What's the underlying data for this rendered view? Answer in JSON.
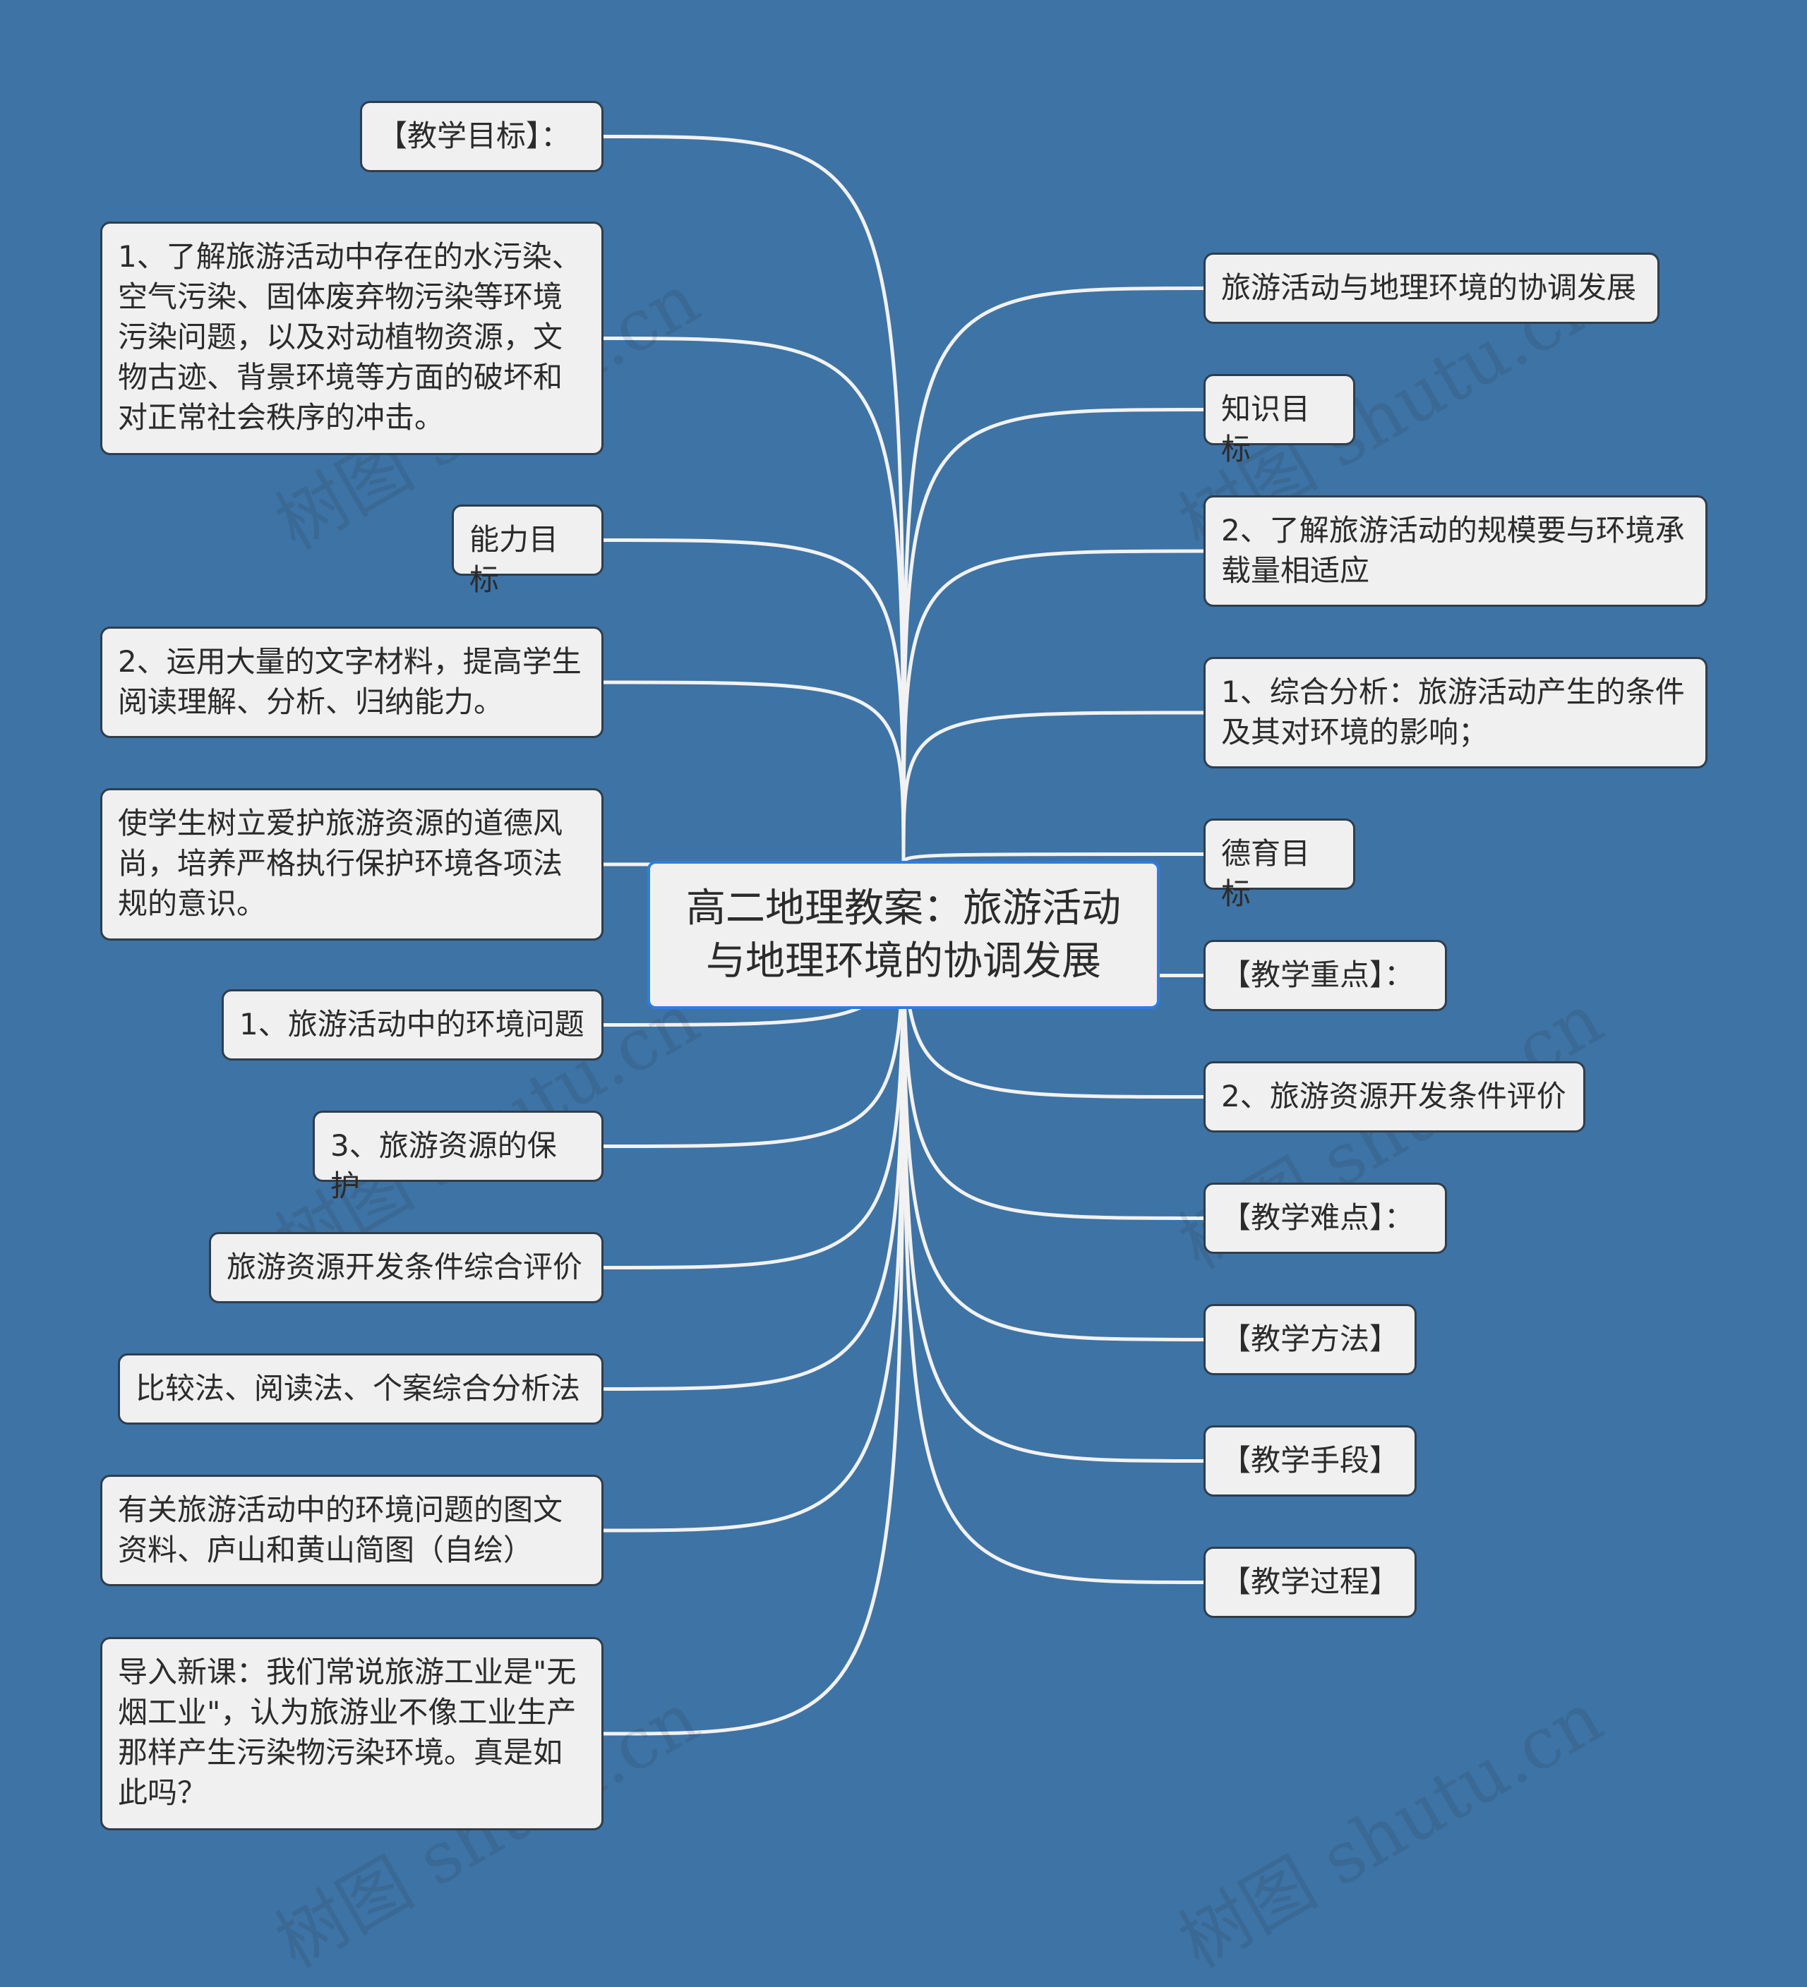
{
  "root": {
    "text": "高二地理教案：旅游活动与地理环境的协调发展"
  },
  "left_nodes": [
    {
      "id": "teaching-goal-heading",
      "text": "【教学目标】："
    },
    {
      "id": "goal-1-pollution",
      "text": "1、了解旅游活动中存在的水污染、空气污染、固体废弃物污染等环境污染问题，以及对动植物资源，文物古迹、背景环境等方面的破坏和对正常社会秩序的冲击。"
    },
    {
      "id": "ability-goal",
      "text": "能力目标"
    },
    {
      "id": "ability-2-reading",
      "text": "2、运用大量的文字材料，提高学生阅读理解、分析、归纳能力。"
    },
    {
      "id": "moral-protection",
      "text": "使学生树立爱护旅游资源的道德风尚，培养严格执行保护环境各项法规的意识。"
    },
    {
      "id": "env-problems",
      "text": "1、旅游活动中的环境问题"
    },
    {
      "id": "resource-protection",
      "text": "3、旅游资源的保护"
    },
    {
      "id": "resource-evaluation",
      "text": "旅游资源开发条件综合评价"
    },
    {
      "id": "methods-list",
      "text": "比较法、阅读法、个案综合分析法"
    },
    {
      "id": "materials",
      "text": "有关旅游活动中的环境问题的图文资料、庐山和黄山简图（自绘）"
    },
    {
      "id": "intro",
      "text": "导入新课：我们常说旅游工业是\"无烟工业\"，认为旅游业不像工业生产那样产生污染物污染环境。真是如此吗？"
    }
  ],
  "right_nodes": [
    {
      "id": "topic-title",
      "text": "旅游活动与地理环境的协调发展"
    },
    {
      "id": "knowledge-goal",
      "text": "知识目标"
    },
    {
      "id": "goal-2-scale",
      "text": "2、了解旅游活动的规模要与环境承载量相适应"
    },
    {
      "id": "analysis-1",
      "text": "1、综合分析：旅游活动产生的条件及其对环境的影响；"
    },
    {
      "id": "moral-goal",
      "text": "德育目标"
    },
    {
      "id": "key-points",
      "text": "【教学重点】："
    },
    {
      "id": "resource-dev-eval",
      "text": "2、旅游资源开发条件评价"
    },
    {
      "id": "difficult-points",
      "text": "【教学难点】："
    },
    {
      "id": "teaching-method",
      "text": "【教学方法】"
    },
    {
      "id": "teaching-means",
      "text": "【教学手段】"
    },
    {
      "id": "teaching-process",
      "text": "【教学过程】"
    }
  ],
  "watermark": "树图 shutu.cn"
}
